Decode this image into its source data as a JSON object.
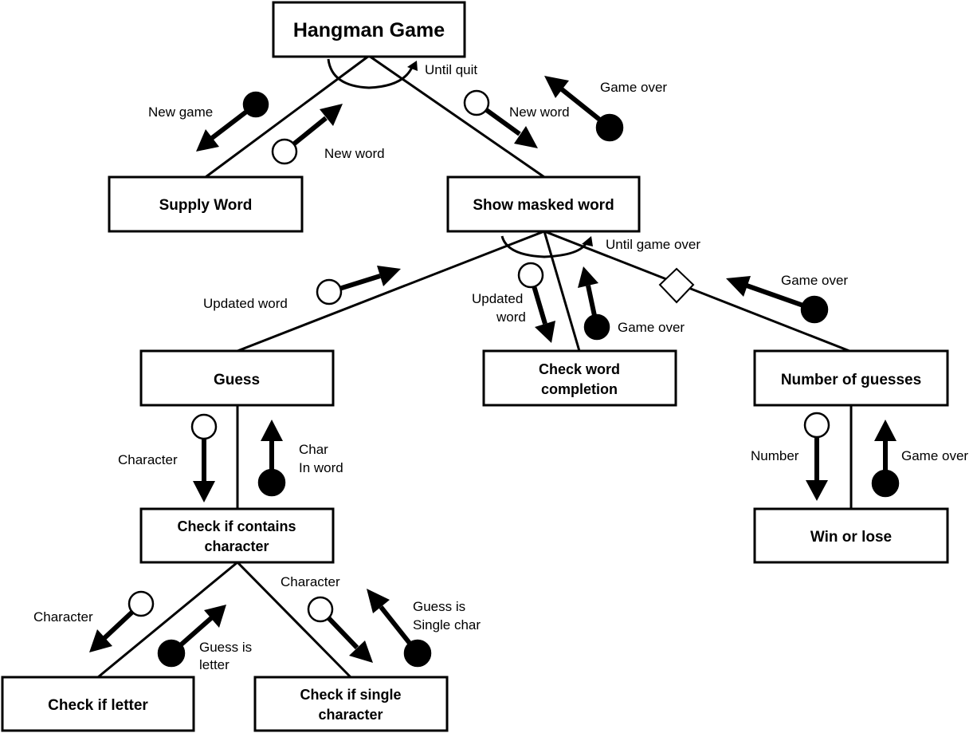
{
  "boxes": {
    "hangman_game": "Hangman Game",
    "supply_word": "Supply Word",
    "show_masked_word": "Show masked word",
    "guess": "Guess",
    "check_word_completion": [
      "Check word",
      "completion"
    ],
    "number_of_guesses": "Number of guesses",
    "check_contains": [
      "Check if contains",
      "character"
    ],
    "win_or_lose": "Win or lose",
    "check_letter": "Check if letter",
    "check_single": [
      "Check if single",
      "character"
    ]
  },
  "iterations": {
    "top": "Until quit",
    "masked": "Until game over"
  },
  "couples": {
    "new_game": "New game",
    "new_word_up": "New word",
    "new_word_down": "New word",
    "game_over_top": "Game over",
    "updated_word_left": "Updated word",
    "updated_word_mid": [
      "Updated",
      "word"
    ],
    "game_over_mid": "Game over",
    "game_over_right": "Game over",
    "character_guess": "Character",
    "char_in_word": [
      "Char",
      "In word"
    ],
    "number": "Number",
    "game_over_win": "Game over",
    "character_letter": "Character",
    "guess_is_letter": [
      "Guess is",
      "letter"
    ],
    "character_single": "Character",
    "guess_is_single": [
      "Guess is",
      "Single char"
    ]
  },
  "colors": {
    "ink": "#000000",
    "background": "#ffffff"
  }
}
